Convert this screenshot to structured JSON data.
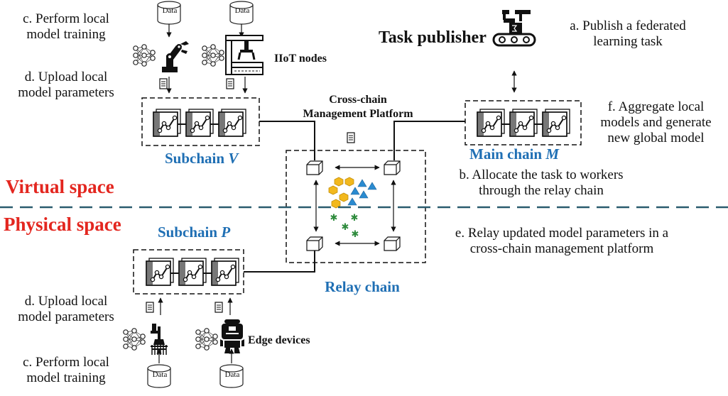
{
  "labels": {
    "perform_training_top": [
      "c. Perform local",
      "model training"
    ],
    "upload_params_top": [
      "d. Upload local",
      "model parameters"
    ],
    "iiot_nodes": "IIoT nodes",
    "task_publisher": "Task publisher",
    "publish_task": [
      "a. Publish a  federated",
      "learning task"
    ],
    "cross_chain_platform": [
      "Cross-chain",
      "Management Platform"
    ],
    "aggregate": [
      "f. Aggregate local",
      "models and generate",
      "new global model"
    ],
    "subchain_v_prefix": "Subchain ",
    "subchain_v_var": "V",
    "main_chain_prefix": "Main chain ",
    "main_chain_var": "M",
    "allocate": [
      "b. Allocate the task to workers",
      "through the relay chain"
    ],
    "virtual_space": "Virtual space",
    "physical_space": "Physical space",
    "subchain_p_prefix": "Subchain ",
    "subchain_p_var": "P",
    "relay_updated": [
      "e. Relay updated model parameters in a",
      "cross-chain management platform"
    ],
    "relay_chain": "Relay chain",
    "upload_params_bottom": [
      "d. Upload local",
      "model parameters"
    ],
    "edge_devices": "Edge devices",
    "perform_training_bottom": [
      "c. Perform local",
      "model training"
    ],
    "data": "Data"
  },
  "colors": {
    "blue_label": "#1f6fb4",
    "red_label": "#e3261f",
    "divider": "#2a5b6e",
    "hexagon": "#f2b81d",
    "triangle": "#2a8bd0",
    "star": "#2e8b3d"
  },
  "icons": [
    "database-icon",
    "robot-arm-icon",
    "neural-network-icon",
    "document-icon",
    "gantry-robot-icon",
    "conveyor-icon",
    "robot-icon",
    "cube-icon"
  ]
}
